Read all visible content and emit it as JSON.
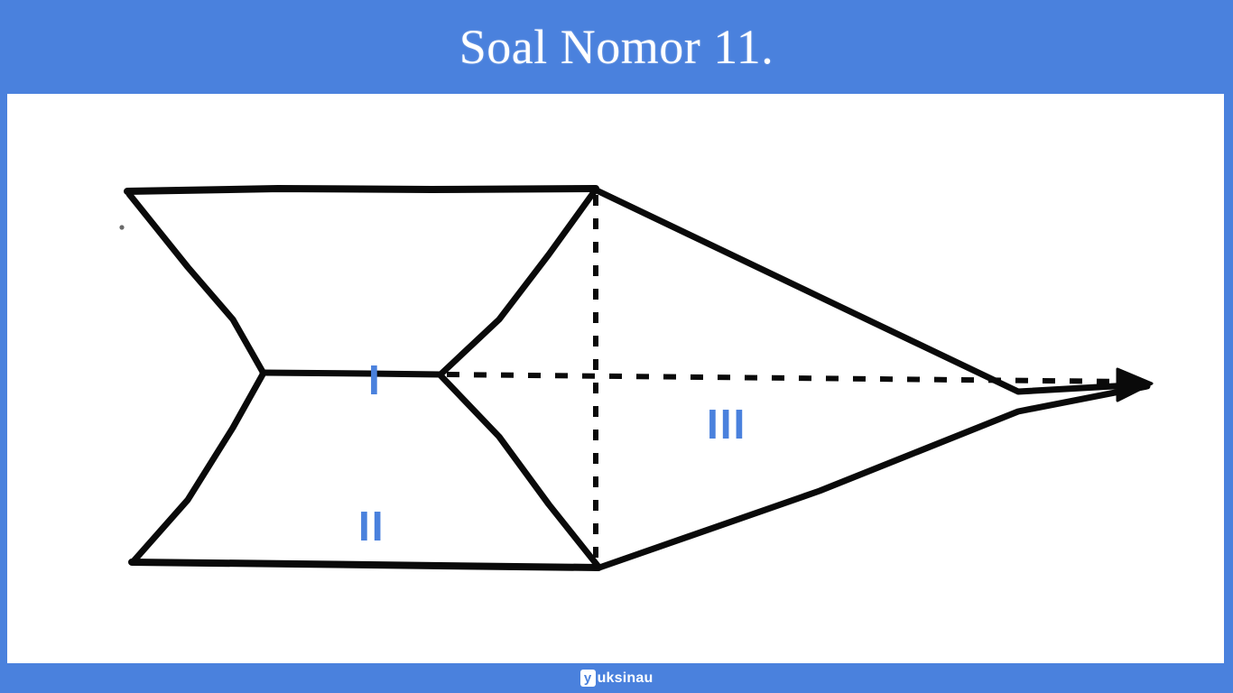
{
  "slide": {
    "title": "Soal Nomor 11.",
    "background_color": "#4a81dd",
    "panel_color": "#ffffff",
    "accent_color": "#4a81dd"
  },
  "figure": {
    "name": "geometric-solid-net-diagram",
    "stroke_color": "#0a0a0a",
    "labels": [
      {
        "id": "I",
        "text": "I",
        "color": "#4a81dd"
      },
      {
        "id": "II",
        "text": "II",
        "color": "#4a81dd"
      },
      {
        "id": "III",
        "text": "III",
        "color": "#4a81dd"
      }
    ]
  },
  "footer": {
    "logo_mark": "y",
    "logo_text": "uksinau"
  }
}
